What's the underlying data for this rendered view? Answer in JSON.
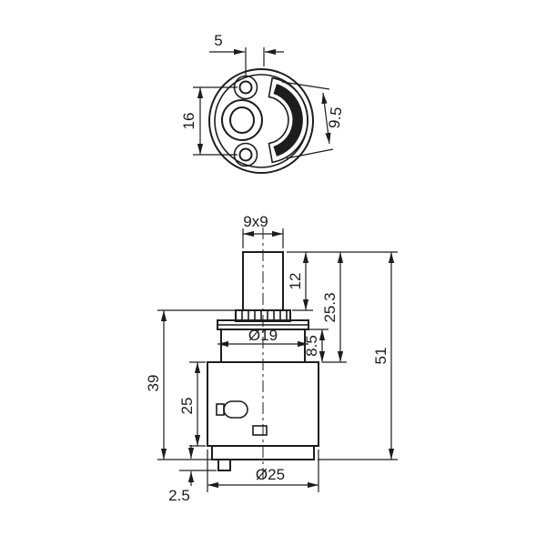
{
  "drawing": {
    "top_view": {
      "dim_hole_offset": "5",
      "dim_hole_pitch": "16",
      "dim_slot_width": "9.5"
    },
    "front_view": {
      "dim_stem_square": "9x9",
      "dim_stem_height": "12",
      "dim_upper_section": "25.3",
      "dim_collar_height": "8.5",
      "dim_total_height": "51",
      "dim_body_with_collar": "39",
      "dim_body_height": "25",
      "dim_collar_diameter": "Ø19",
      "dim_base_diameter": "Ø25",
      "dim_foot_height": "2.5"
    }
  }
}
